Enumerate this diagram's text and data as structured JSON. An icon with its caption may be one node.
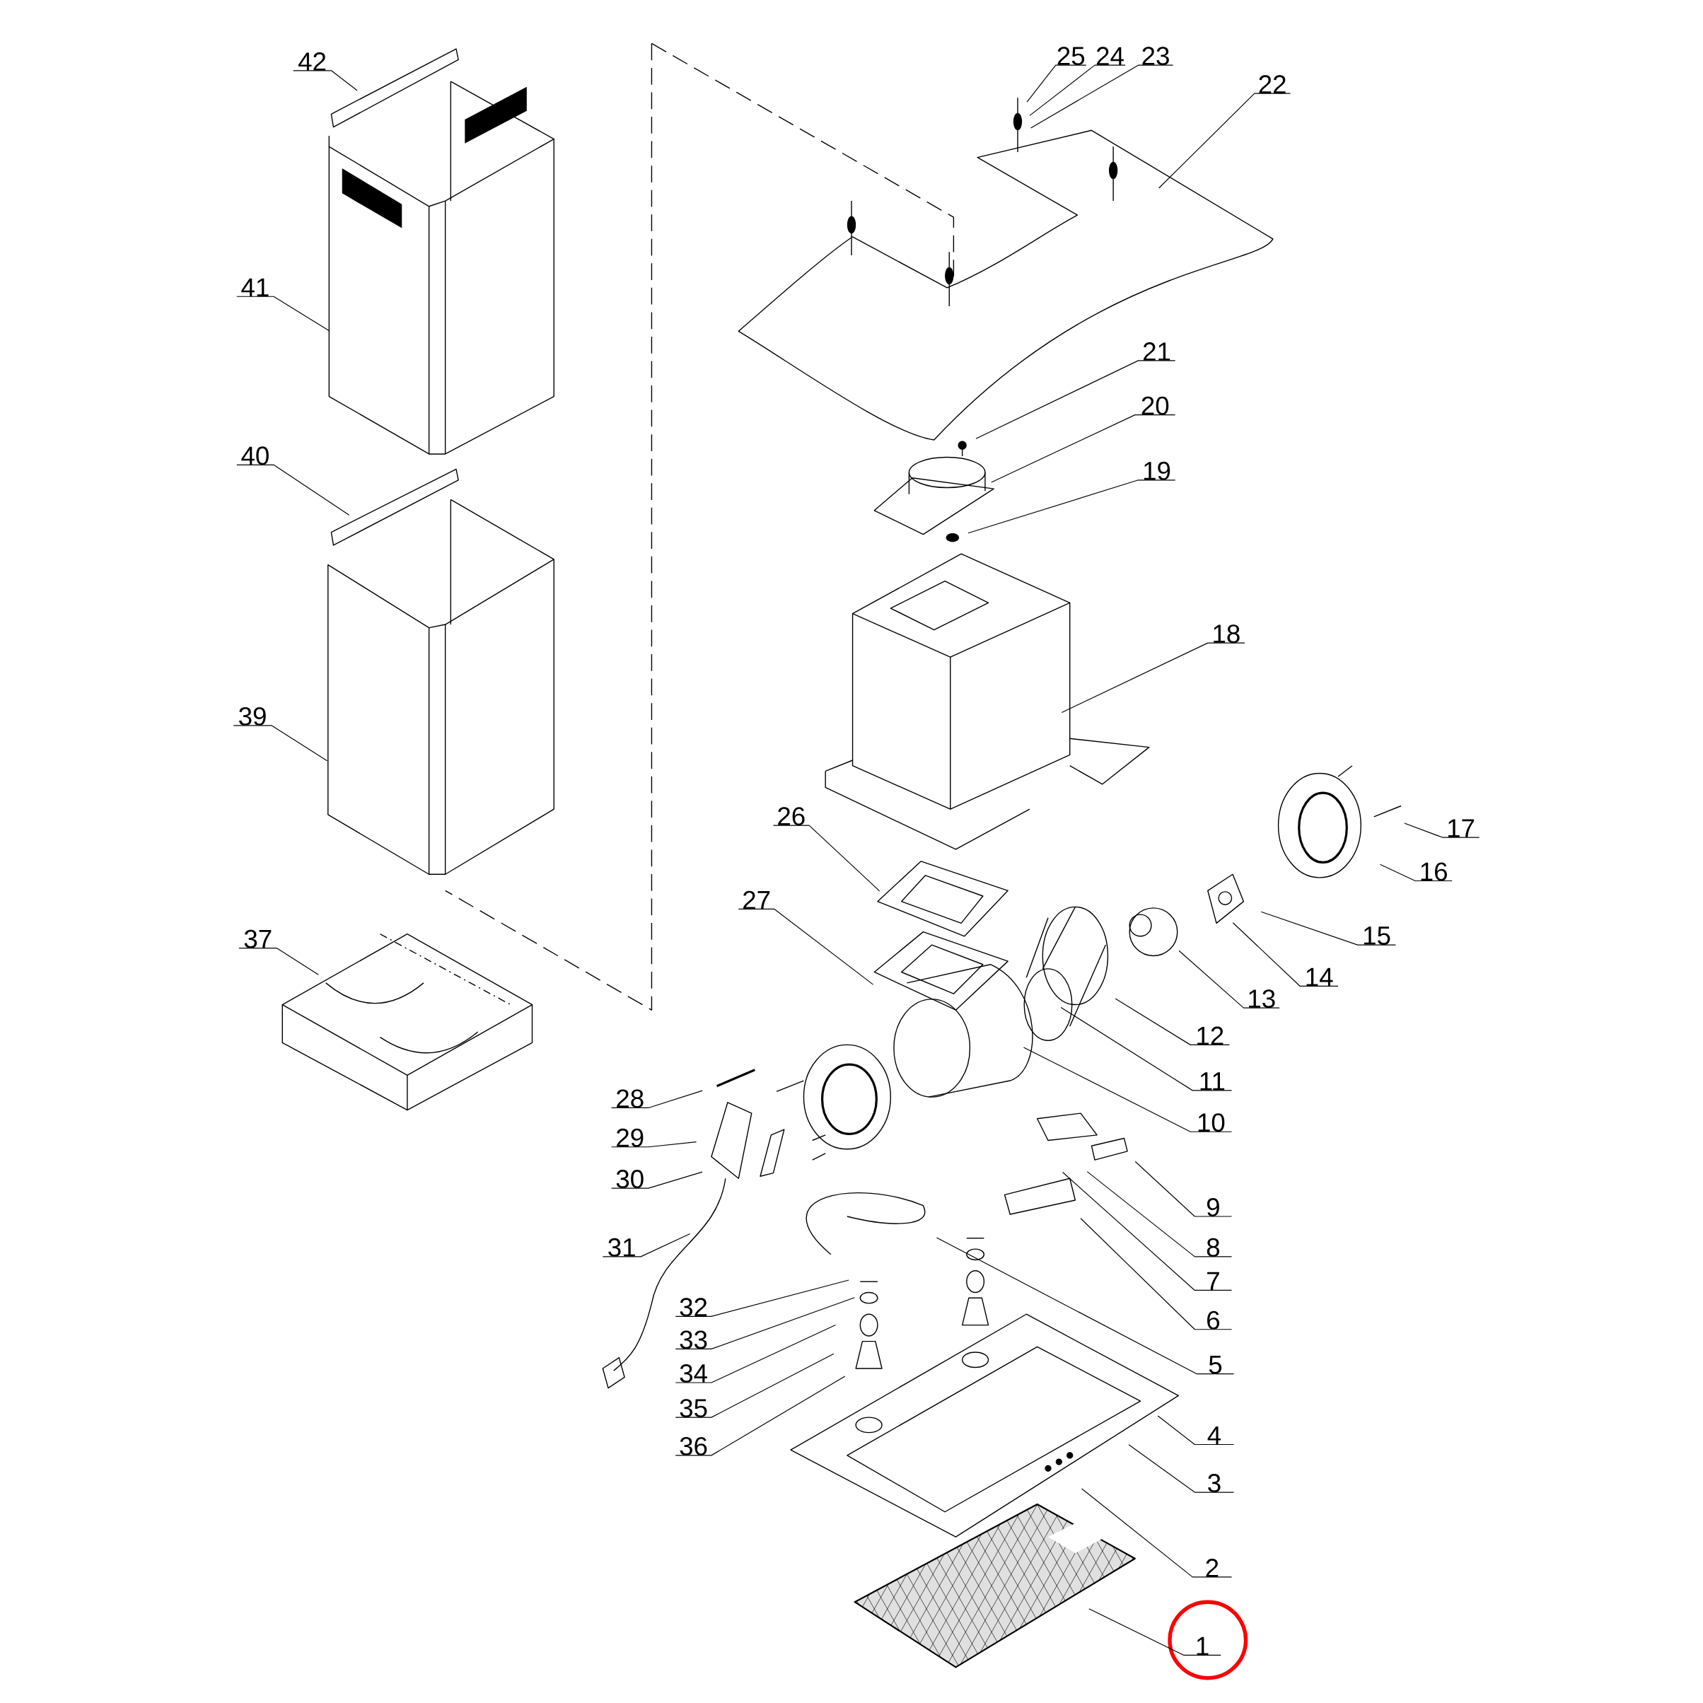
{
  "diagram": {
    "nodes": [
      {
        "text": [
          "42"
        ]
      },
      {
        "text": [
          "41"
        ]
      },
      {
        "text": [
          "40"
        ]
      },
      {
        "text": [
          "39"
        ]
      },
      {
        "text": [
          "37"
        ]
      },
      {
        "text": [
          "25"
        ]
      },
      {
        "text": [
          "24"
        ]
      },
      {
        "text": [
          "23"
        ]
      },
      {
        "text": [
          "22"
        ]
      },
      {
        "text": [
          "21"
        ]
      },
      {
        "text": [
          "20"
        ]
      },
      {
        "text": [
          "19"
        ]
      },
      {
        "text": [
          "18"
        ]
      },
      {
        "text": [
          "26"
        ]
      },
      {
        "text": [
          "17"
        ]
      },
      {
        "text": [
          "16"
        ]
      },
      {
        "text": [
          "15"
        ]
      },
      {
        "text": [
          "14"
        ]
      },
      {
        "text": [
          "13"
        ]
      },
      {
        "text": [
          "27"
        ]
      },
      {
        "text": [
          "12"
        ]
      },
      {
        "text": [
          "11"
        ]
      },
      {
        "text": [
          "10"
        ]
      },
      {
        "text": [
          "28"
        ]
      },
      {
        "text": [
          "29"
        ]
      },
      {
        "text": [
          "30"
        ]
      },
      {
        "text": [
          "9"
        ]
      },
      {
        "text": [
          "8"
        ]
      },
      {
        "text": [
          "7"
        ]
      },
      {
        "text": [
          "31"
        ]
      },
      {
        "text": [
          "6"
        ]
      },
      {
        "text": [
          "32"
        ]
      },
      {
        "text": [
          "5"
        ]
      },
      {
        "text": [
          "33"
        ]
      },
      {
        "text": [
          "34"
        ]
      },
      {
        "text": [
          "35"
        ]
      },
      {
        "text": [
          "4"
        ]
      },
      {
        "text": [
          "36"
        ]
      },
      {
        "text": [
          "3"
        ]
      },
      {
        "text": [
          "2"
        ]
      },
      {
        "text": [
          "1"
        ]
      }
    ],
    "edges": [
      {
        "from": 0,
        "to": null,
        "arrow": "none"
      },
      {
        "from": 1,
        "to": null,
        "arrow": "none"
      },
      {
        "from": 2,
        "to": null,
        "arrow": "none"
      },
      {
        "from": 3,
        "to": null,
        "arrow": "none"
      },
      {
        "from": 4,
        "to": null,
        "arrow": "none"
      },
      {
        "from": 5,
        "to": null,
        "arrow": "none"
      },
      {
        "from": 6,
        "to": null,
        "arrow": "none"
      },
      {
        "from": 7,
        "to": null,
        "arrow": "none"
      },
      {
        "from": 8,
        "to": null,
        "arrow": "none"
      },
      {
        "from": 9,
        "to": null,
        "arrow": "none"
      },
      {
        "from": 10,
        "to": null,
        "arrow": "none"
      },
      {
        "from": 11,
        "to": null,
        "arrow": "none"
      },
      {
        "from": 12,
        "to": null,
        "arrow": "none"
      },
      {
        "from": 13,
        "to": null,
        "arrow": "none"
      },
      {
        "from": 14,
        "to": null,
        "arrow": "none"
      },
      {
        "from": 15,
        "to": null,
        "arrow": "none"
      },
      {
        "from": 16,
        "to": null,
        "arrow": "none"
      },
      {
        "from": 17,
        "to": null,
        "arrow": "none"
      },
      {
        "from": 18,
        "to": null,
        "arrow": "none"
      },
      {
        "from": 19,
        "to": null,
        "arrow": "none"
      },
      {
        "from": 20,
        "to": null,
        "arrow": "none"
      },
      {
        "from": 21,
        "to": null,
        "arrow": "none"
      },
      {
        "from": 22,
        "to": null,
        "arrow": "none"
      },
      {
        "from": 23,
        "to": null,
        "arrow": "none"
      },
      {
        "from": 24,
        "to": null,
        "arrow": "none"
      },
      {
        "from": 25,
        "to": null,
        "arrow": "none"
      },
      {
        "from": 26,
        "to": null,
        "arrow": "none"
      },
      {
        "from": 27,
        "to": null,
        "arrow": "none"
      },
      {
        "from": 28,
        "to": null,
        "arrow": "none"
      },
      {
        "from": 29,
        "to": null,
        "arrow": "none"
      },
      {
        "from": 30,
        "to": null,
        "arrow": "none"
      },
      {
        "from": 31,
        "to": null,
        "arrow": "none"
      },
      {
        "from": 32,
        "to": null,
        "arrow": "none"
      },
      {
        "from": 33,
        "to": null,
        "arrow": "none"
      },
      {
        "from": 34,
        "to": null,
        "arrow": "none"
      },
      {
        "from": 35,
        "to": null,
        "arrow": "none"
      },
      {
        "from": 36,
        "to": null,
        "arrow": "none"
      },
      {
        "from": 37,
        "to": null,
        "arrow": "none"
      },
      {
        "from": 38,
        "to": null,
        "arrow": "none"
      },
      {
        "from": 39,
        "to": null,
        "arrow": "none"
      },
      {
        "from": 40,
        "to": null,
        "arrow": "none"
      }
    ]
  }
}
